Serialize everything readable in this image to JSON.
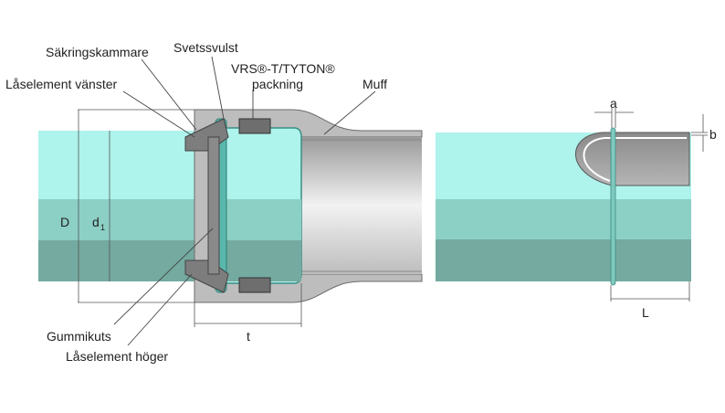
{
  "labels": {
    "sakringskammare": "Säkringskammare",
    "svetssvulst": "Svetssvulst",
    "vrs_line1": "VRS®-T/TYTON®",
    "vrs_line2": "packning",
    "muff": "Muff",
    "laselement_vanster": "Låselement vänster",
    "gummikuts": "Gummikuts",
    "laselement_hoger": "Låselement höger"
  },
  "dimensions": {
    "D": "D",
    "d1": "d",
    "d1_sub": "1",
    "t": "t",
    "a": "a",
    "b": "b",
    "L": "L"
  },
  "colors": {
    "pipe_top": "#aef3ec",
    "pipe_mid": "#8ccfc5",
    "pipe_bottom": "#74aaa0",
    "iron": "#b9b9b9",
    "iron_dark": "#7d7d7d"
  }
}
